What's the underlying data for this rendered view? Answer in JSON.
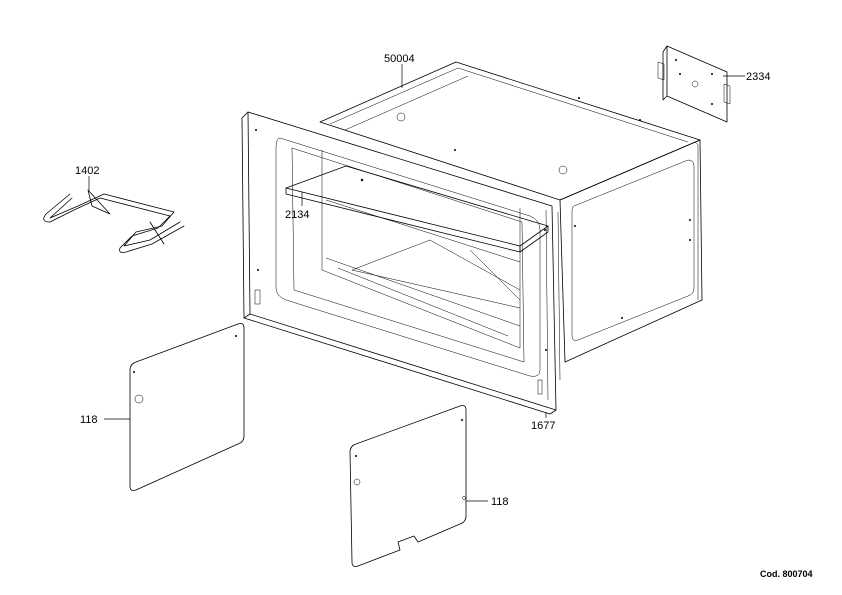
{
  "callouts": [
    {
      "id": "housing",
      "label": "50004"
    },
    {
      "id": "bracket",
      "label": "2334"
    },
    {
      "id": "grid",
      "label": "1402"
    },
    {
      "id": "shelf",
      "label": "2134"
    },
    {
      "id": "frame",
      "label": "1677"
    },
    {
      "id": "side-panel-left",
      "label": "118"
    },
    {
      "id": "side-panel-right",
      "label": "118"
    }
  ],
  "footer": {
    "code": "Cod. 800704"
  }
}
